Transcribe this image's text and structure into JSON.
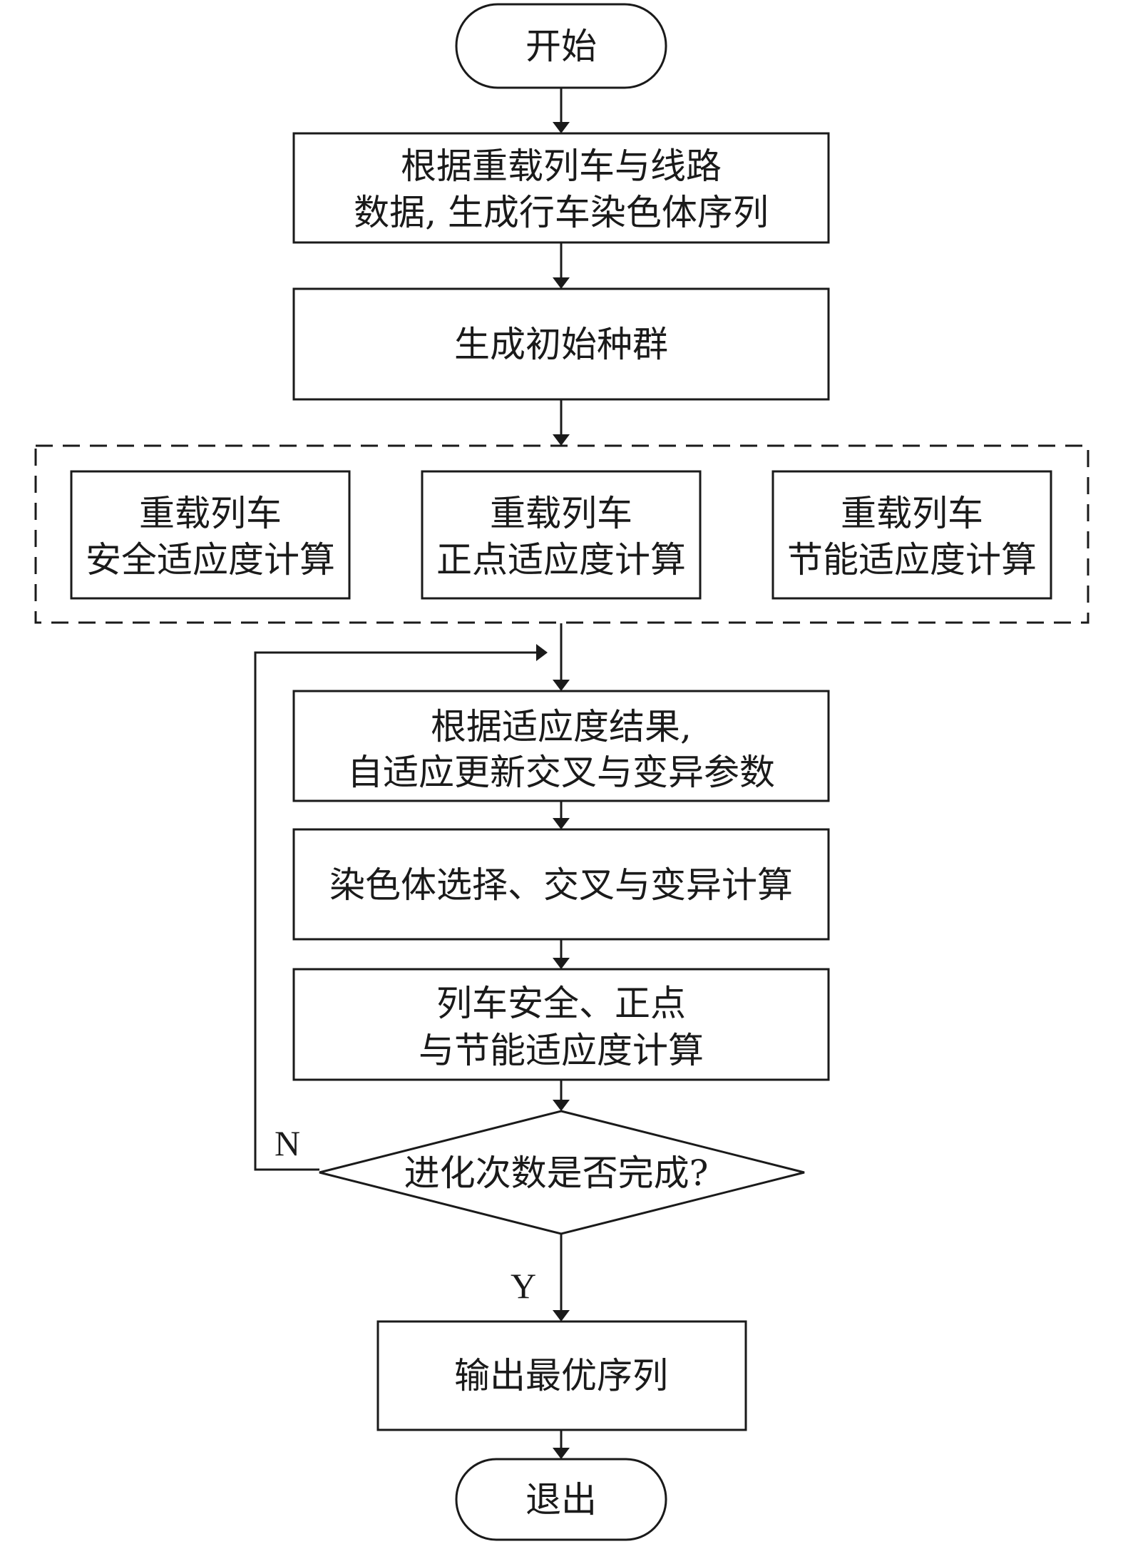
{
  "nodes": {
    "start": {
      "lines": [
        "开始"
      ]
    },
    "gen_chromosome": {
      "lines": [
        "根据重载列车与线路",
        "数据, 生成行车染色体序列"
      ]
    },
    "init_population": {
      "lines": [
        "生成初始种群"
      ]
    },
    "safety_fitness": {
      "lines": [
        "重载列车",
        "安全适应度计算"
      ]
    },
    "punctuality_fitness": {
      "lines": [
        "重载列车",
        "正点适应度计算"
      ]
    },
    "energy_fitness": {
      "lines": [
        "重载列车",
        "节能适应度计算"
      ]
    },
    "adaptive_update": {
      "lines": [
        "根据适应度结果,",
        "自适应更新交叉与变异参数"
      ]
    },
    "selection_crossover": {
      "lines": [
        "染色体选择、交叉与变异计算"
      ]
    },
    "fitness_calc": {
      "lines": [
        "列车安全、正点",
        "与节能适应度计算"
      ]
    },
    "decision": {
      "lines": [
        "进化次数是否完成?"
      ]
    },
    "output": {
      "lines": [
        "输出最优序列"
      ]
    },
    "exit": {
      "lines": [
        "退出"
      ]
    }
  },
  "edge_labels": {
    "no": "N",
    "yes": "Y"
  },
  "colors": {
    "stroke": "#1a1a1a",
    "fill": "#ffffff"
  }
}
